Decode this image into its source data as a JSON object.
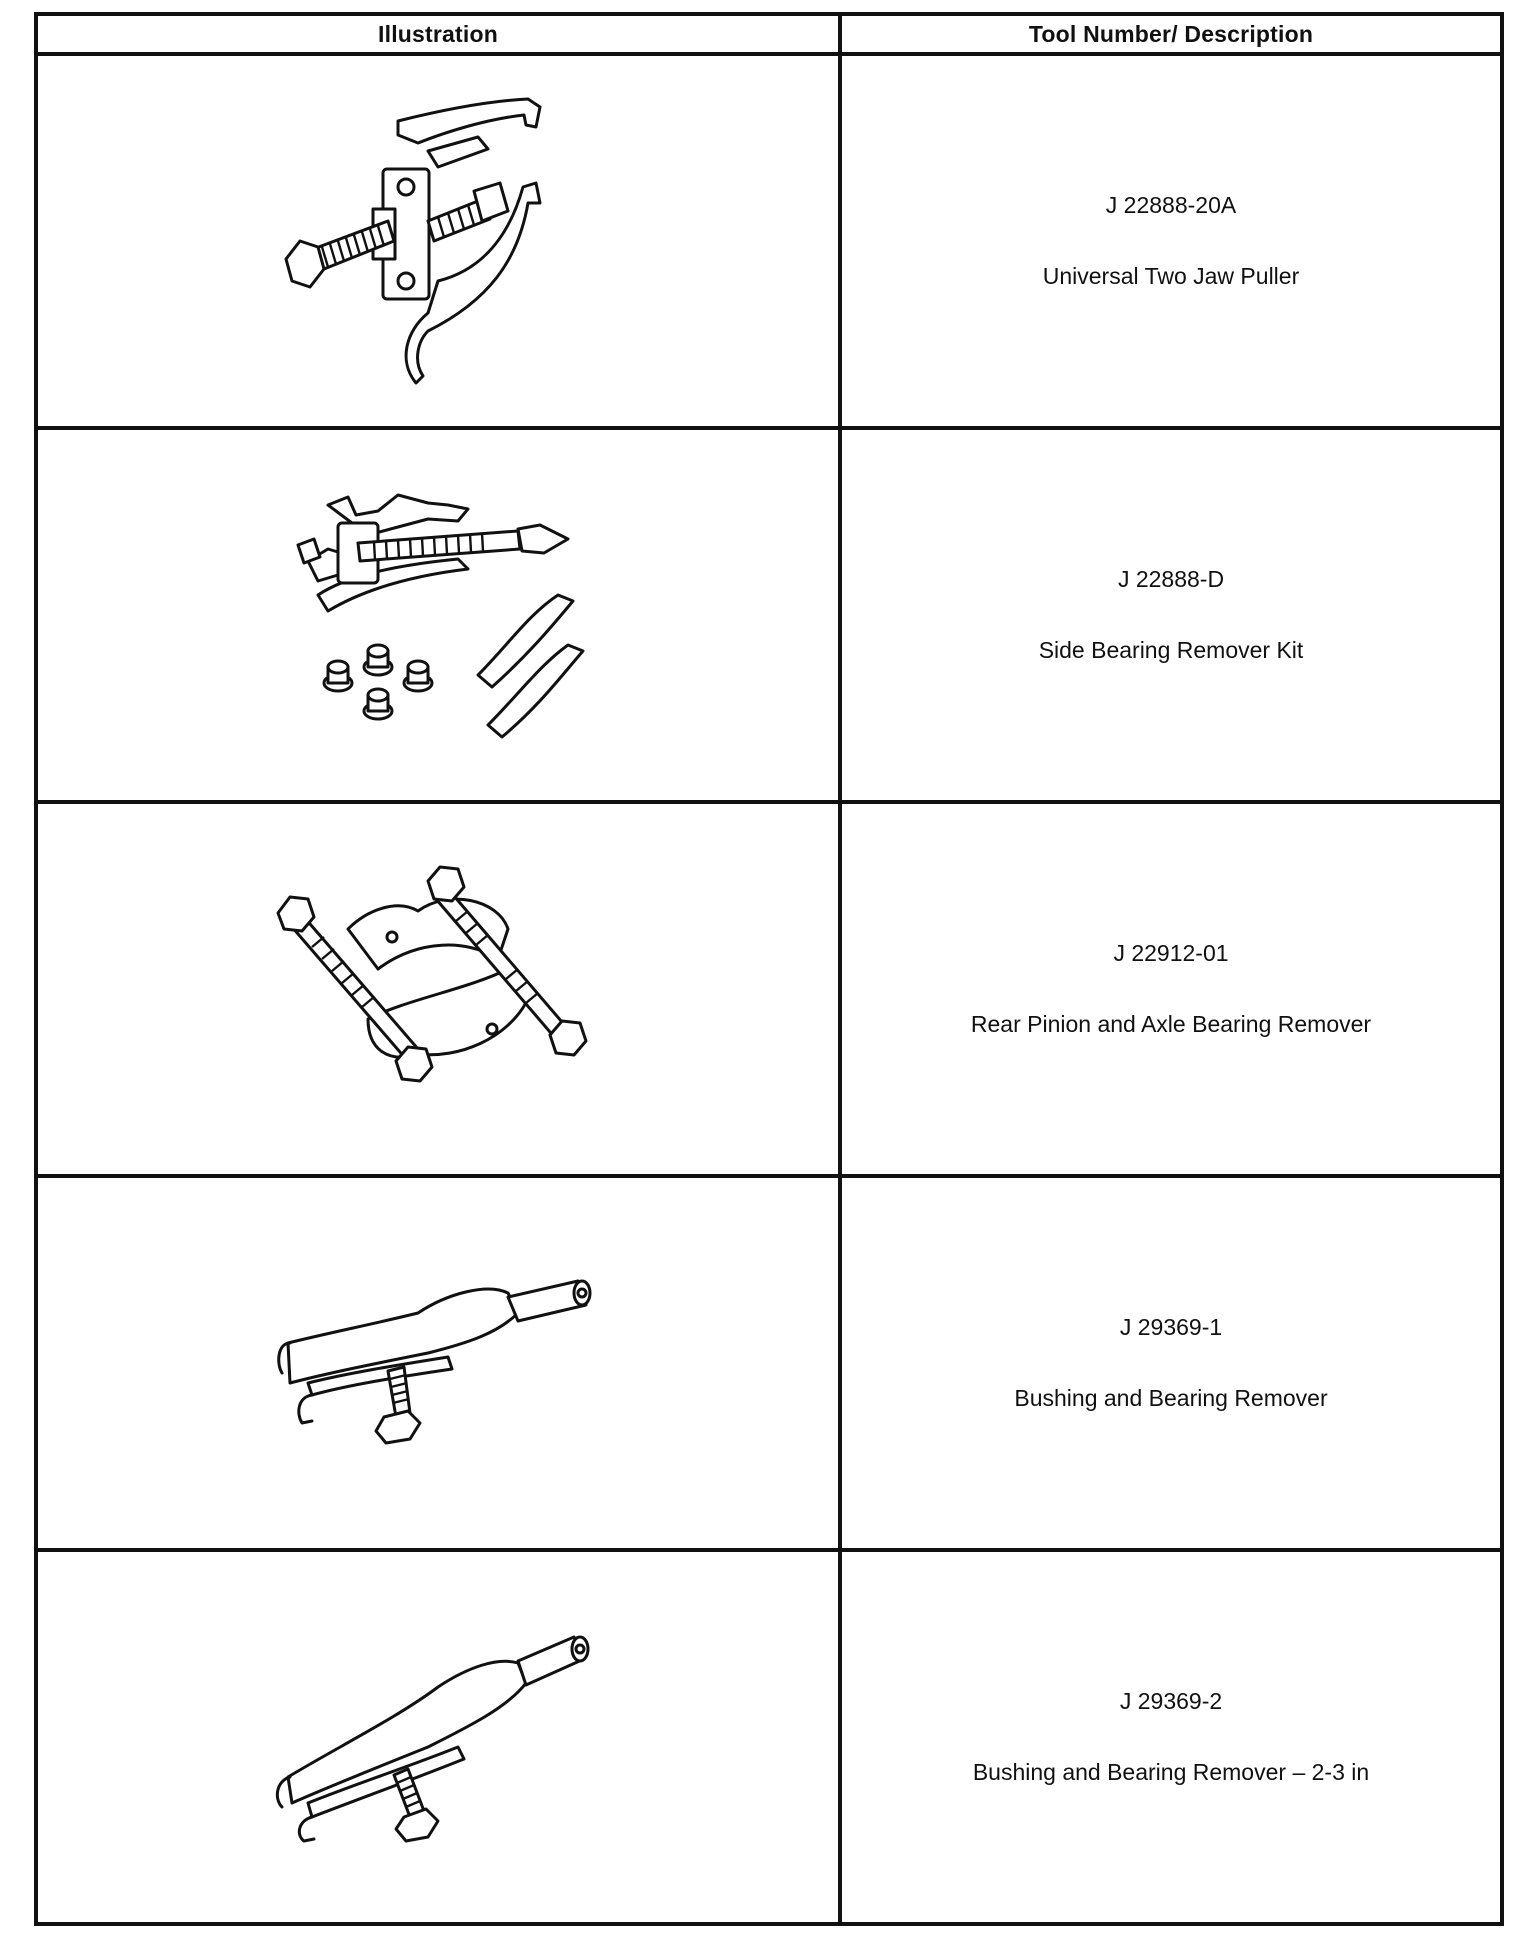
{
  "table": {
    "headers": {
      "illustration": "Illustration",
      "description": "Tool Number/ Description"
    },
    "rows": [
      {
        "number": "J 22888-20A",
        "description": "Universal Two Jaw Puller",
        "illustration_icon": "two-jaw-puller-icon"
      },
      {
        "number": "J 22888-D",
        "description": "Side Bearing Remover Kit",
        "illustration_icon": "side-bearing-remover-kit-icon"
      },
      {
        "number": "J 22912-01",
        "description": "Rear Pinion and Axle Bearing Remover",
        "illustration_icon": "bearing-separator-icon"
      },
      {
        "number": "J 29369-1",
        "description": "Bushing and Bearing Remover",
        "illustration_icon": "bushing-remover-icon"
      },
      {
        "number": "J 29369-2",
        "description": "Bushing and Bearing Remover – 2-3 in",
        "illustration_icon": "bushing-remover-large-icon"
      }
    ]
  }
}
